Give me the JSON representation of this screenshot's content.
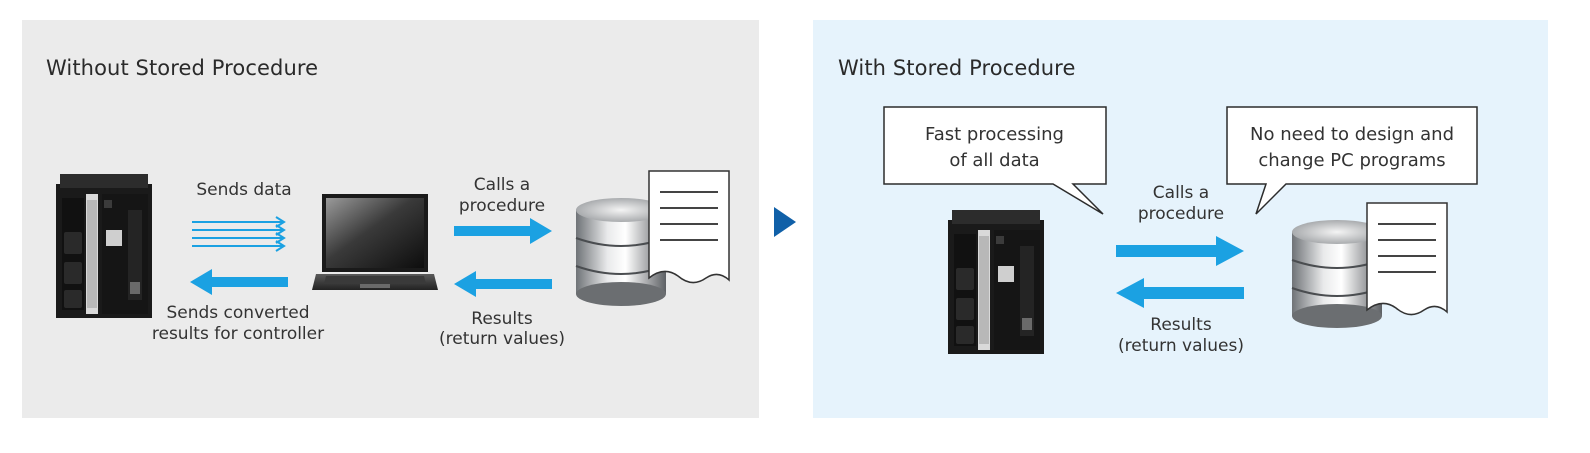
{
  "left_panel": {
    "title": "Without Stored Procedure",
    "sends_data_label": "Sends data",
    "sends_converted_line1": "Sends converted",
    "sends_converted_line2": "results for controller",
    "calls_line1": "Calls a",
    "calls_line2": "procedure",
    "results_line1": "Results",
    "results_line2": "(return values)"
  },
  "right_panel": {
    "title": "With Stored Procedure",
    "bubble1_line1": "Fast processing",
    "bubble1_line2": "of all data",
    "bubble2_line1": "No need to design and",
    "bubble2_line2": "change PC programs",
    "calls_line1": "Calls a",
    "calls_line2": "procedure",
    "results_line1": "Results",
    "results_line2": "(return values)"
  },
  "colors": {
    "arrow": "#1ba1e2",
    "separator_arrow": "#1060a8",
    "left_bg": "#ebebeb",
    "right_bg": "#e6f3fc"
  }
}
